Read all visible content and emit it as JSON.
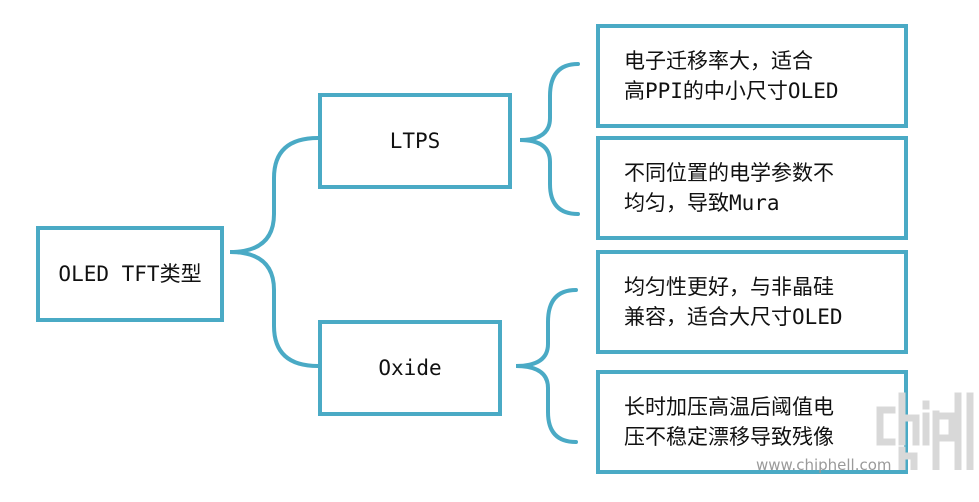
{
  "diagram": {
    "root": {
      "label": "OLED TFT类型"
    },
    "branches": [
      {
        "label": "LTPS",
        "leaves": [
          {
            "text": "电子迁移率大，适合\n高PPI的中小尺寸OLED"
          },
          {
            "text": "不同位置的电学参数不\n均匀，导致Mura"
          }
        ]
      },
      {
        "label": "Oxide",
        "leaves": [
          {
            "text": "均匀性更好，与非晶硅\n兼容，适合大尺寸OLED"
          },
          {
            "text": "长时加压高温后阈值电\n压不稳定漂移导致残像"
          }
        ]
      }
    ],
    "colors": {
      "border": "#4aaac5",
      "brace": "#4aaac5",
      "text": "#111111"
    }
  },
  "watermark": {
    "logo": "chiphell",
    "url": "www.chiphell.com"
  }
}
